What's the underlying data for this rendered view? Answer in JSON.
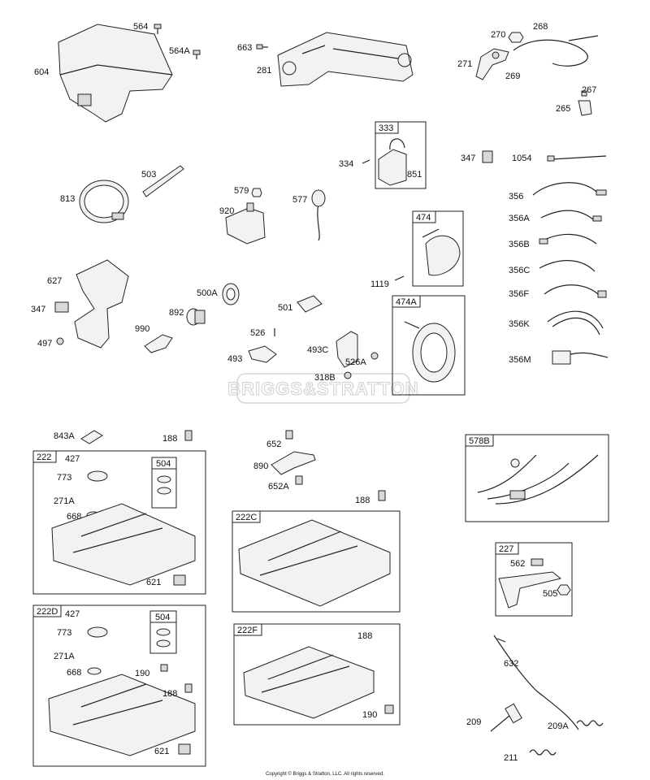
{
  "watermark": "BRIGGS&STRATTON",
  "copyright": "Copyright © Briggs & Stratton, LLC. All rights reserved.",
  "group_labels": {
    "g333": "333",
    "g474": "474",
    "g474A": "474A",
    "g222": "222",
    "g504a": "504",
    "g222D": "222D",
    "g504b": "504",
    "g222C": "222C",
    "g222F": "222F",
    "g578B": "578B",
    "g227": "227"
  },
  "labels": {
    "l564": "564",
    "l564A": "564A",
    "l604": "604",
    "l663": "663",
    "l281": "281",
    "l270": "270",
    "l268": "268",
    "l271": "271",
    "l269": "269",
    "l267": "267",
    "l265": "265",
    "l334": "334",
    "l851": "851",
    "l347a": "347",
    "l1054": "1054",
    "l813": "813",
    "l503": "503",
    "l579": "579",
    "l920": "920",
    "l577": "577",
    "l356": "356",
    "l356A": "356A",
    "l356B": "356B",
    "l356C": "356C",
    "l356F": "356F",
    "l356K": "356K",
    "l356M": "356M",
    "l1119": "1119",
    "l627": "627",
    "l347b": "347",
    "l497": "497",
    "l500A": "500A",
    "l990": "990",
    "l892": "892",
    "l501": "501",
    "l526": "526",
    "l493": "493",
    "l493C": "493C",
    "l526A": "526A",
    "l318B": "318B",
    "l843A": "843A",
    "l188a": "188",
    "l427a": "427",
    "l773a": "773",
    "l271Aa": "271A",
    "l668a": "668",
    "l621a": "621",
    "l652": "652",
    "l890": "890",
    "l652A": "652A",
    "l188b": "188",
    "l427b": "427",
    "l773b": "773",
    "l271Ab": "271A",
    "l668b": "668",
    "l190a": "190",
    "l188c": "188",
    "l621b": "621",
    "l188d": "188",
    "l190b": "190",
    "l562": "562",
    "l505": "505",
    "l632": "632",
    "l209": "209",
    "l209A": "209A",
    "l211": "211"
  }
}
